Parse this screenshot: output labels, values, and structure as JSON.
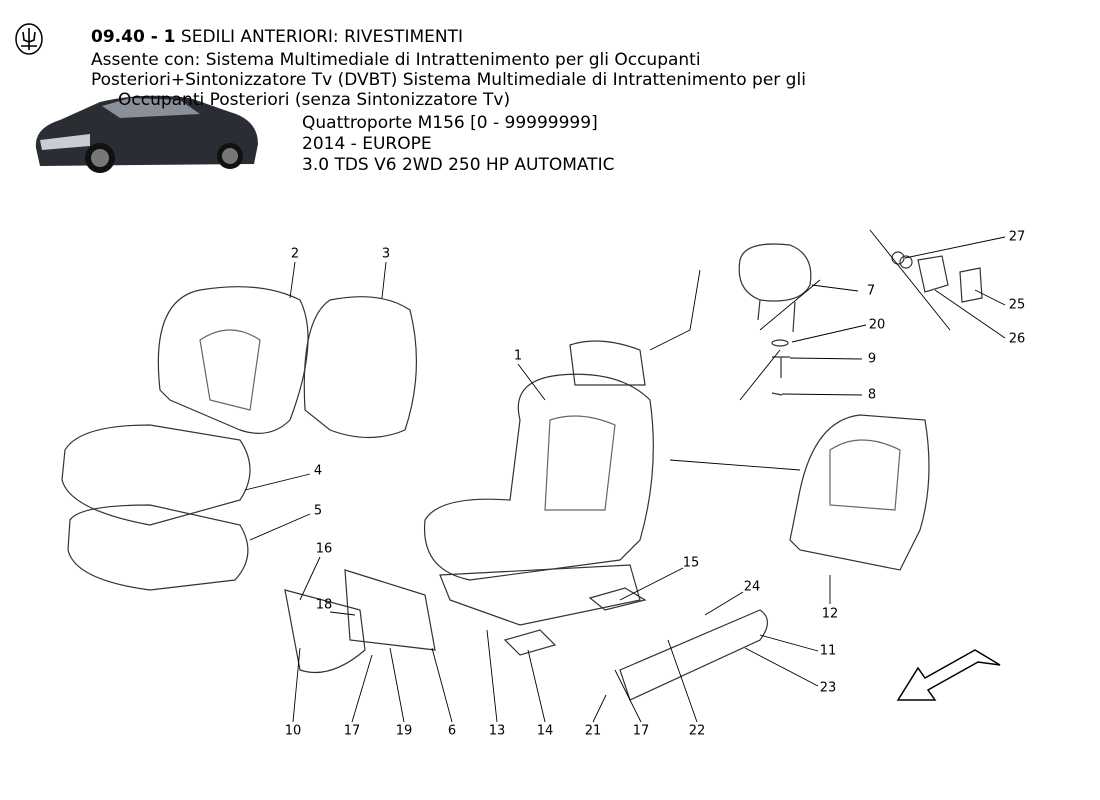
{
  "header": {
    "code": "09.40 - 1",
    "title": "SEDILI ANTERIORI: RIVESTIMENTI",
    "note_line1": "Assente con: Sistema Multimediale di Intrattenimento per gli Occupanti",
    "note_line2": "Posteriori+Sintonizzatore Tv (DVBT) Sistema Multimediale di Intrattenimento per gli",
    "note_line3": "Occupanti Posteriori (senza Sintonizzatore Tv)",
    "model": "Quattroporte M156 [0 - 99999999]",
    "year_market": "2014 - EUROPE",
    "engine": "3.0 TDS V6 2WD 250 HP AUTOMATIC"
  },
  "logo": "maserati-trident-logo",
  "car_image": "quattroporte-car-thumbnail",
  "callouts": [
    "1",
    "2",
    "3",
    "4",
    "5",
    "6",
    "7",
    "8",
    "9",
    "10",
    "11",
    "12",
    "13",
    "14",
    "15",
    "16",
    "17",
    "18",
    "19",
    "20",
    "21",
    "17",
    "22",
    "23",
    "24",
    "25",
    "26",
    "27"
  ],
  "direction_arrow_icon": "arrow-down-left-icon"
}
